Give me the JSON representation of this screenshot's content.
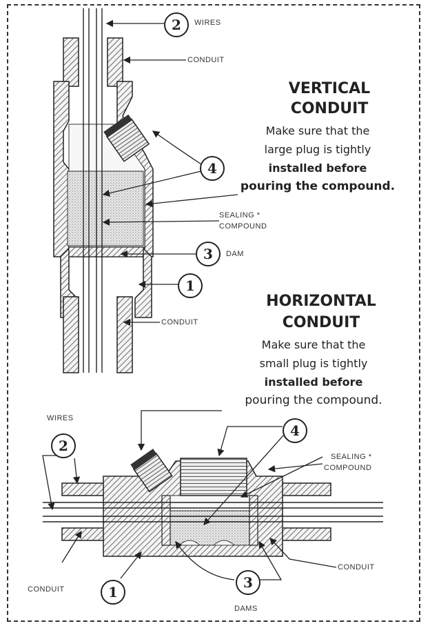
{
  "callouts": {
    "one": "1",
    "two": "2",
    "three": "3",
    "four": "4"
  },
  "vertical": {
    "label_wires": "WIRES",
    "label_conduit_top": "CONDUIT",
    "heading_line1": "VERTICAL",
    "heading_line2": "CONDUIT",
    "note_line1": "Make sure that the",
    "note_line2": "large plug is tightly",
    "note_line3_strong": "installed before",
    "note_line4": "pouring the compound.",
    "label_sealing_line1": "SEALING *",
    "label_sealing_line2": "COMPOUND",
    "label_dam": "DAM",
    "label_conduit_bottom": "CONDUIT"
  },
  "horizontal": {
    "heading_line1": "HORIZONTAL",
    "heading_line2": "CONDUIT",
    "note_line1": "Make sure that the",
    "note_line2": "small plug is tightly",
    "note_line3_strong": "installed before",
    "note_line4": "pouring the compound.",
    "label_wires": "WIRES",
    "label_sealing_line1": "SEALING *",
    "label_sealing_line2": "COMPOUND",
    "label_conduit_left": "CONDUIT",
    "label_conduit_right": "CONDUIT",
    "label_dams": "DAMS"
  }
}
